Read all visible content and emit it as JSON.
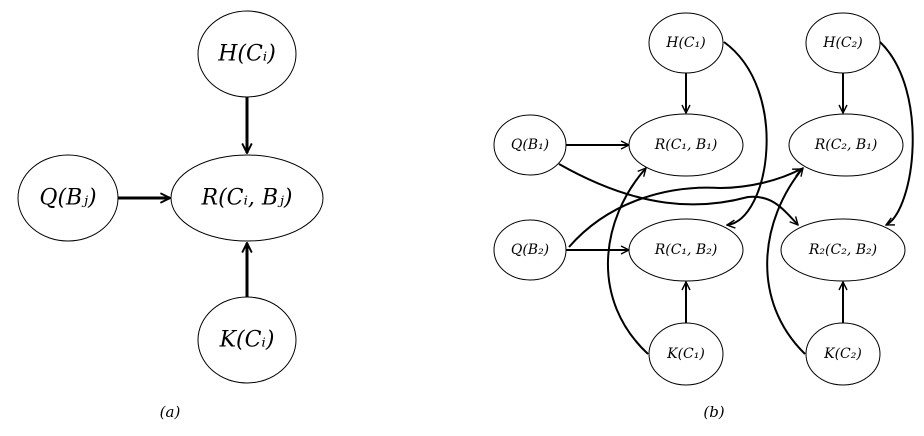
{
  "diagrams": {
    "a": {
      "caption": "(a)",
      "nodes": {
        "H": {
          "label": "H(Cᵢ)"
        },
        "Q": {
          "label": "Q(Bⱼ)"
        },
        "R": {
          "label": "R(Cᵢ, Bⱼ)"
        },
        "K": {
          "label": "K(Cᵢ)"
        }
      },
      "edges": [
        {
          "from": "H",
          "to": "R"
        },
        {
          "from": "Q",
          "to": "R"
        },
        {
          "from": "K",
          "to": "R"
        }
      ]
    },
    "b": {
      "caption": "(b)",
      "nodes": {
        "H1": {
          "label": "H(C₁)"
        },
        "H2": {
          "label": "H(C₂)"
        },
        "Q1": {
          "label": "Q(B₁)"
        },
        "Q2": {
          "label": "Q(B₂)"
        },
        "R11": {
          "label": "R(C₁, B₁)"
        },
        "R21": {
          "label": "R(C₂, B₁)"
        },
        "R12": {
          "label": "R(C₁, B₂)"
        },
        "R22": {
          "label": "R₂(C₂, B₂)"
        },
        "K1": {
          "label": "K(C₁)"
        },
        "K2": {
          "label": "K(C₂)"
        }
      },
      "edges": [
        {
          "from": "H1",
          "to": "R11"
        },
        {
          "from": "H1",
          "to": "R12"
        },
        {
          "from": "H2",
          "to": "R21"
        },
        {
          "from": "H2",
          "to": "R22"
        },
        {
          "from": "Q1",
          "to": "R11"
        },
        {
          "from": "Q1",
          "to": "R22"
        },
        {
          "from": "Q2",
          "to": "R12"
        },
        {
          "from": "Q2",
          "to": "R21"
        },
        {
          "from": "K1",
          "to": "R12"
        },
        {
          "from": "K1",
          "to": "R11"
        },
        {
          "from": "K2",
          "to": "R22"
        },
        {
          "from": "K2",
          "to": "R21"
        }
      ]
    }
  }
}
